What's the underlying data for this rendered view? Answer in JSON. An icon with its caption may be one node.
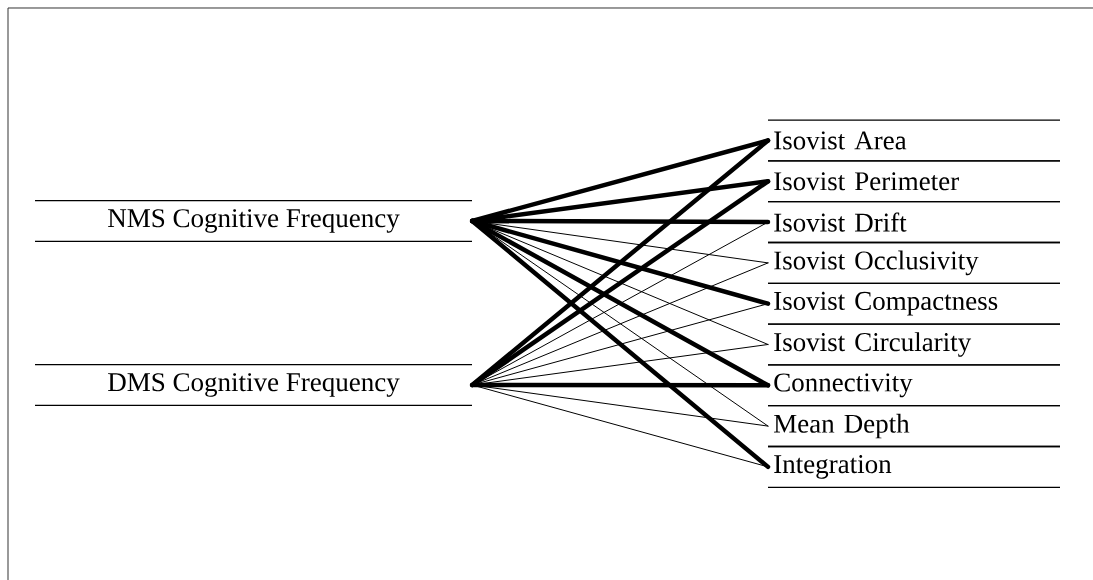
{
  "diagram": {
    "nodes": [
      {
        "text": [
          "NMS Cognitive Frequency"
        ]
      },
      {
        "text": [
          "DMS Cognitive Frequency"
        ]
      },
      {
        "text": [
          "Isovist Area"
        ]
      },
      {
        "text": [
          "Isovist Perimeter"
        ]
      },
      {
        "text": [
          "Isovist Drift"
        ]
      },
      {
        "text": [
          "Isovist Occlusivity"
        ]
      },
      {
        "text": [
          "Isovist Compactness"
        ]
      },
      {
        "text": [
          "Isovist Circularity"
        ]
      },
      {
        "text": [
          "Connectivity"
        ]
      },
      {
        "text": [
          "Mean Depth"
        ]
      },
      {
        "text": [
          "Integration"
        ]
      }
    ],
    "edges": [
      {
        "from": 0,
        "to": 2,
        "arrow": "none",
        "style": "thick"
      },
      {
        "from": 0,
        "to": 3,
        "arrow": "none",
        "style": "thick"
      },
      {
        "from": 0,
        "to": 4,
        "arrow": "none",
        "style": "thick"
      },
      {
        "from": 0,
        "to": 5,
        "arrow": "none"
      },
      {
        "from": 0,
        "to": 6,
        "arrow": "none",
        "style": "thick"
      },
      {
        "from": 0,
        "to": 7,
        "arrow": "none"
      },
      {
        "from": 0,
        "to": 8,
        "arrow": "none",
        "style": "thick"
      },
      {
        "from": 0,
        "to": 9,
        "arrow": "none"
      },
      {
        "from": 0,
        "to": 10,
        "arrow": "none",
        "style": "thick"
      },
      {
        "from": 1,
        "to": 2,
        "arrow": "none",
        "style": "thick"
      },
      {
        "from": 1,
        "to": 3,
        "arrow": "none",
        "style": "thick"
      },
      {
        "from": 1,
        "to": 4,
        "arrow": "none"
      },
      {
        "from": 1,
        "to": 5,
        "arrow": "none"
      },
      {
        "from": 1,
        "to": 6,
        "arrow": "none"
      },
      {
        "from": 1,
        "to": 7,
        "arrow": "none"
      },
      {
        "from": 1,
        "to": 8,
        "arrow": "none",
        "style": "thick"
      },
      {
        "from": 1,
        "to": 9,
        "arrow": "none"
      },
      {
        "from": 1,
        "to": 10,
        "arrow": "none"
      }
    ]
  }
}
